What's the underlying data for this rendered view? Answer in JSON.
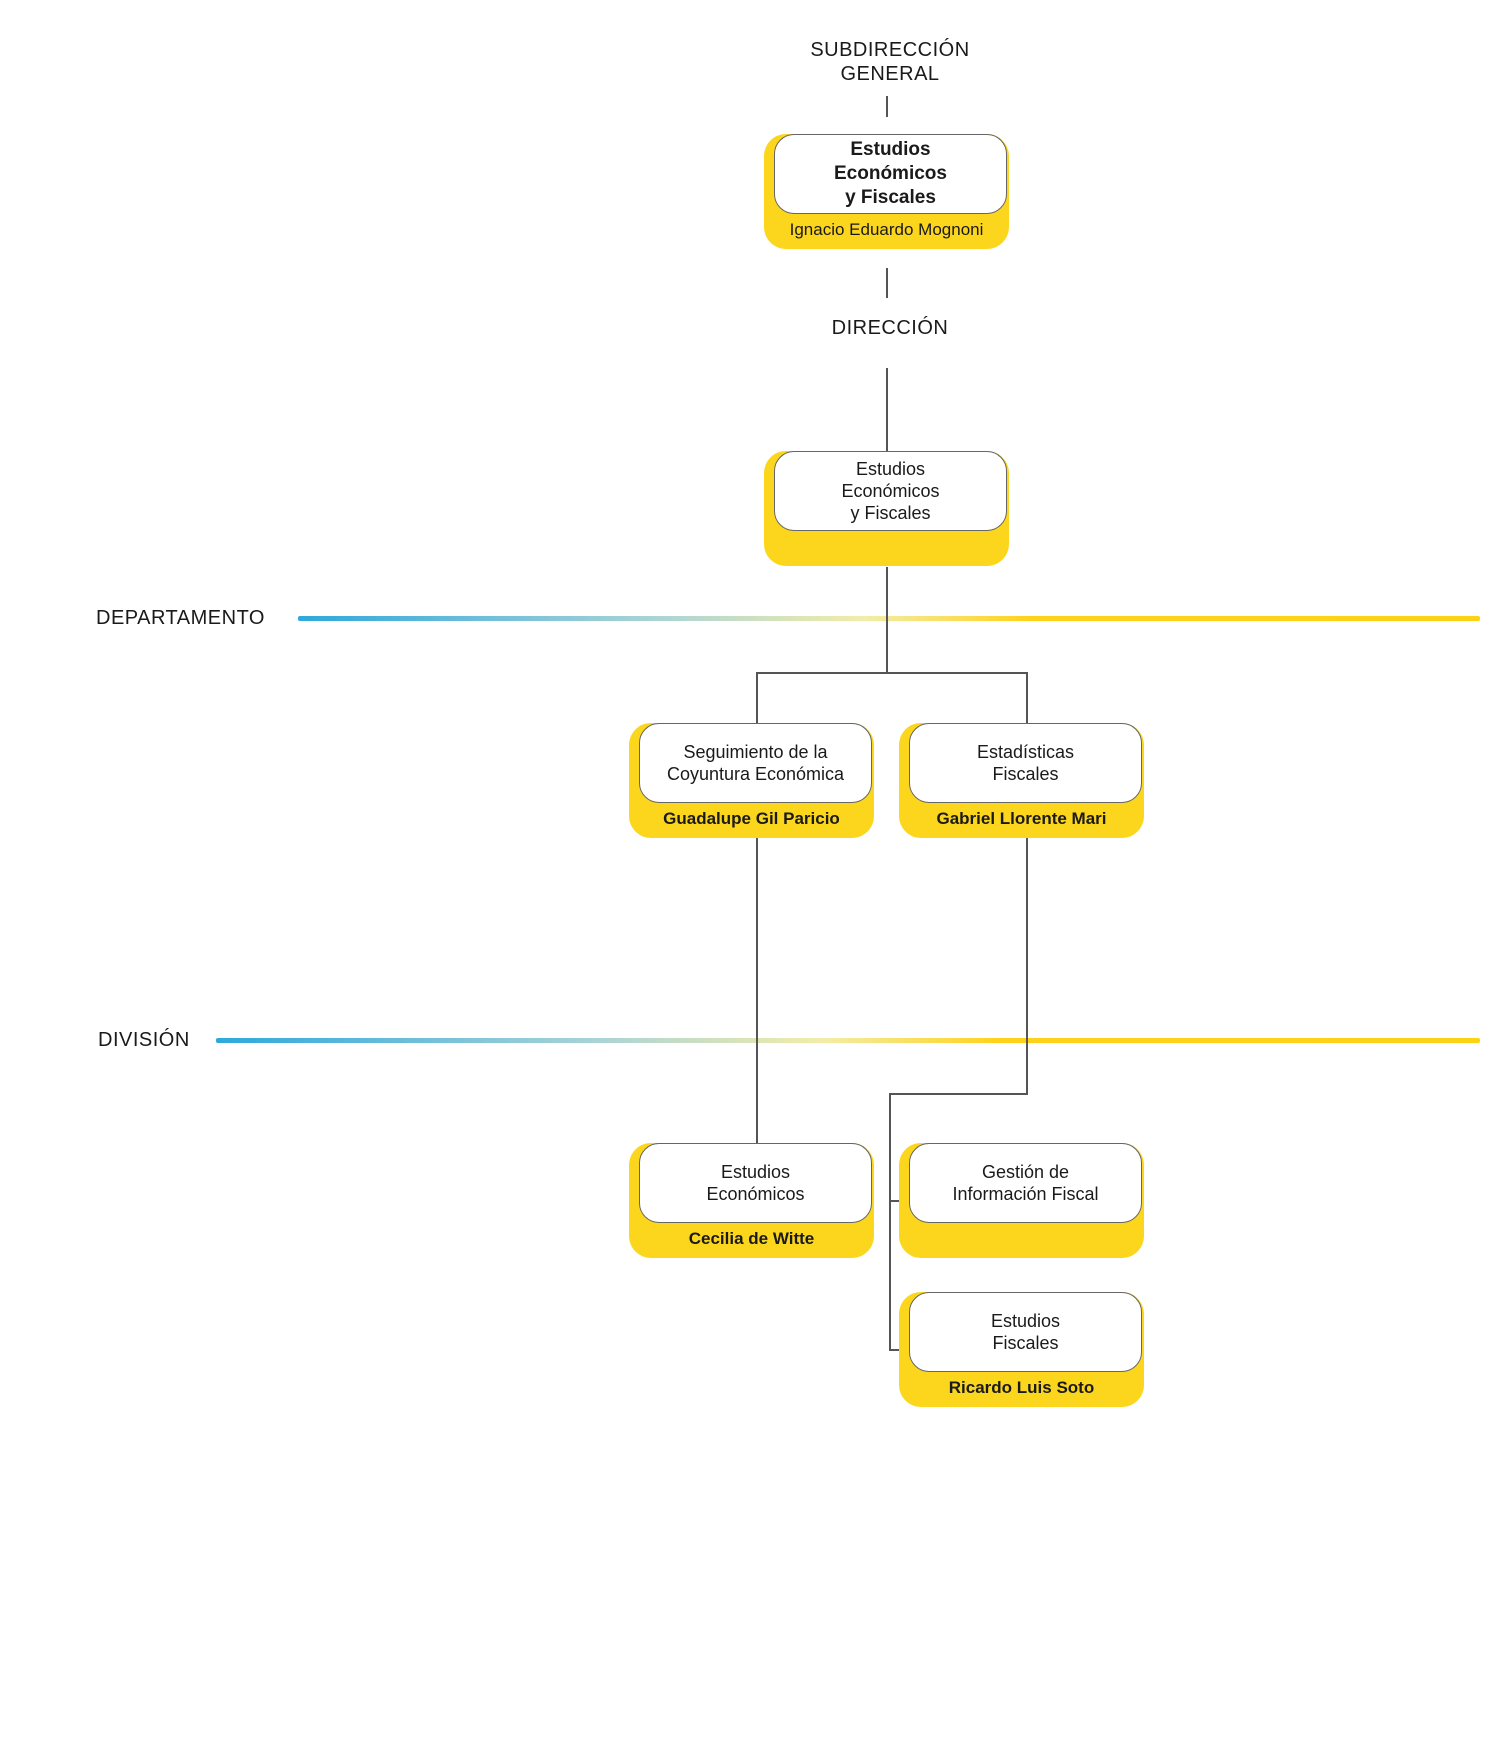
{
  "levels": {
    "subdireccion": "SUBDIRECCIÓN\nGENERAL",
    "direccion": "DIRECCIÓN",
    "departamento": "DEPARTAMENTO",
    "division": "DIVISIÓN"
  },
  "colors": {
    "accent_yellow": "#fcd61c",
    "band_start_blue": "#2ea8dc",
    "connector": "#555555"
  },
  "nodes": {
    "subdireccion_unit": {
      "title": "Estudios\nEconómicos\ny Fiscales",
      "person": "Ignacio Eduardo Mognoni"
    },
    "direccion_unit": {
      "title": "Estudios\nEconómicos\ny Fiscales",
      "person": ""
    },
    "dept_seguimiento": {
      "title": "Seguimiento de la\nCoyuntura Económica",
      "person": "Guadalupe Gil Paricio"
    },
    "dept_estadisticas": {
      "title": "Estadísticas\nFiscales",
      "person": "Gabriel Llorente Mari"
    },
    "div_estudios_economicos": {
      "title": "Estudios\nEconómicos",
      "person": "Cecilia de Witte"
    },
    "div_gestion_informacion": {
      "title": "Gestión de\nInformación Fiscal",
      "person": ""
    },
    "div_estudios_fiscales": {
      "title": "Estudios\nFiscales",
      "person": "Ricardo Luis Soto"
    }
  }
}
